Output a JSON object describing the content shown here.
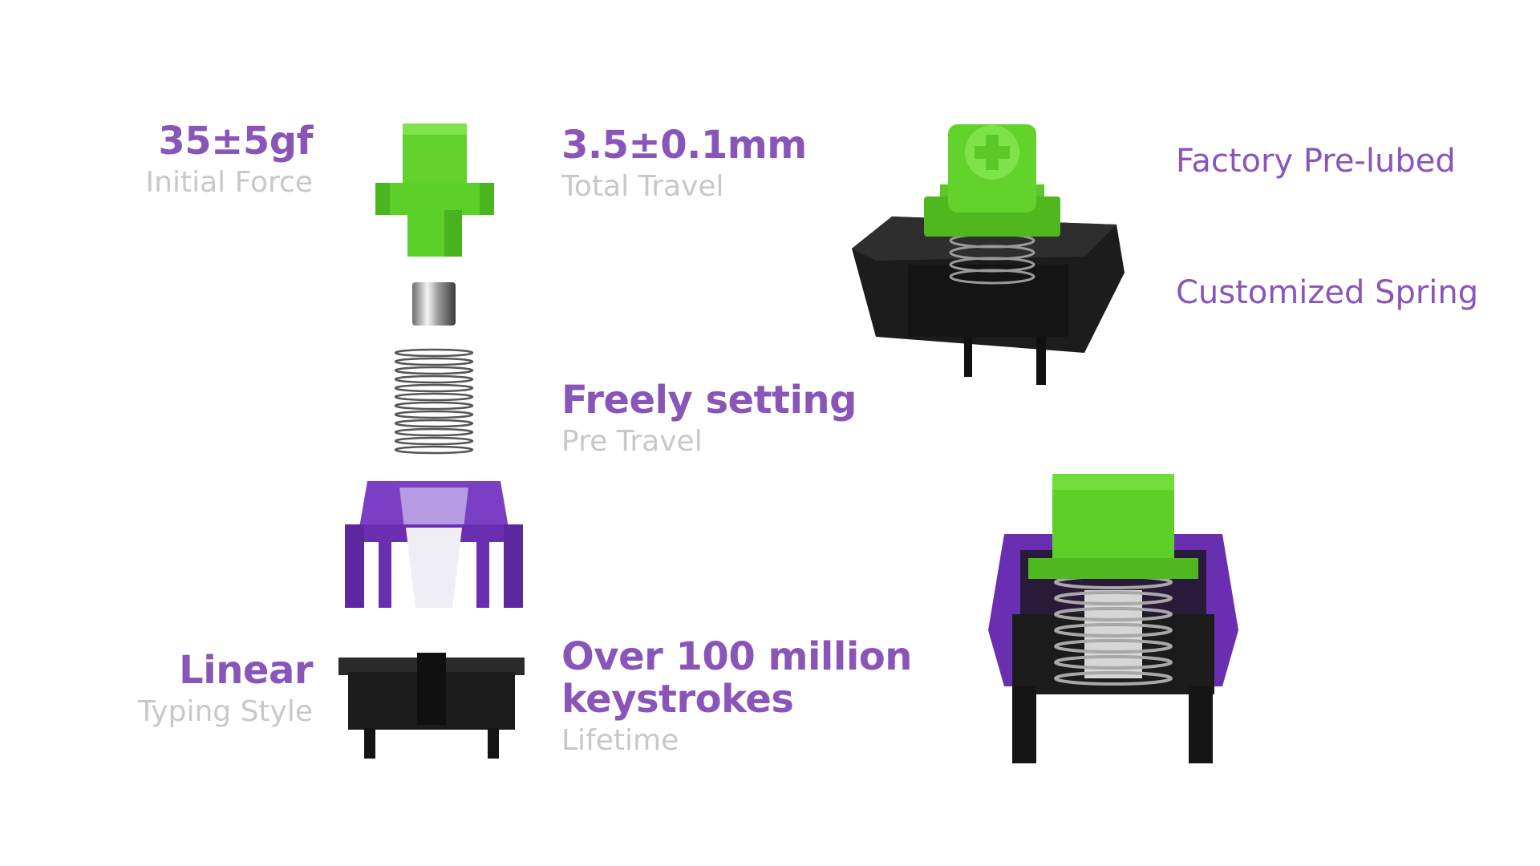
{
  "specs": {
    "initial_force": {
      "value": "35±5gf",
      "label": "Initial Force"
    },
    "total_travel": {
      "value": "3.5±0.1mm",
      "label": "Total Travel"
    },
    "pre_travel": {
      "value": "Freely setting",
      "label": "Pre Travel"
    },
    "typing_style": {
      "value": "Linear",
      "label": "Typing Style"
    },
    "lifetime": {
      "value_line1": "Over 100 million",
      "value_line2": "keystrokes",
      "label": "Lifetime"
    }
  },
  "features": {
    "pre_lubed": "Factory Pre-lubed",
    "spring": "Customized Spring"
  },
  "colors": {
    "accent": "#8a55b8",
    "label": "#c8c8c8",
    "stem_green": "#5ccf29",
    "housing_purple": "#6a2fb0",
    "housing_black": "#1b1b1b"
  }
}
